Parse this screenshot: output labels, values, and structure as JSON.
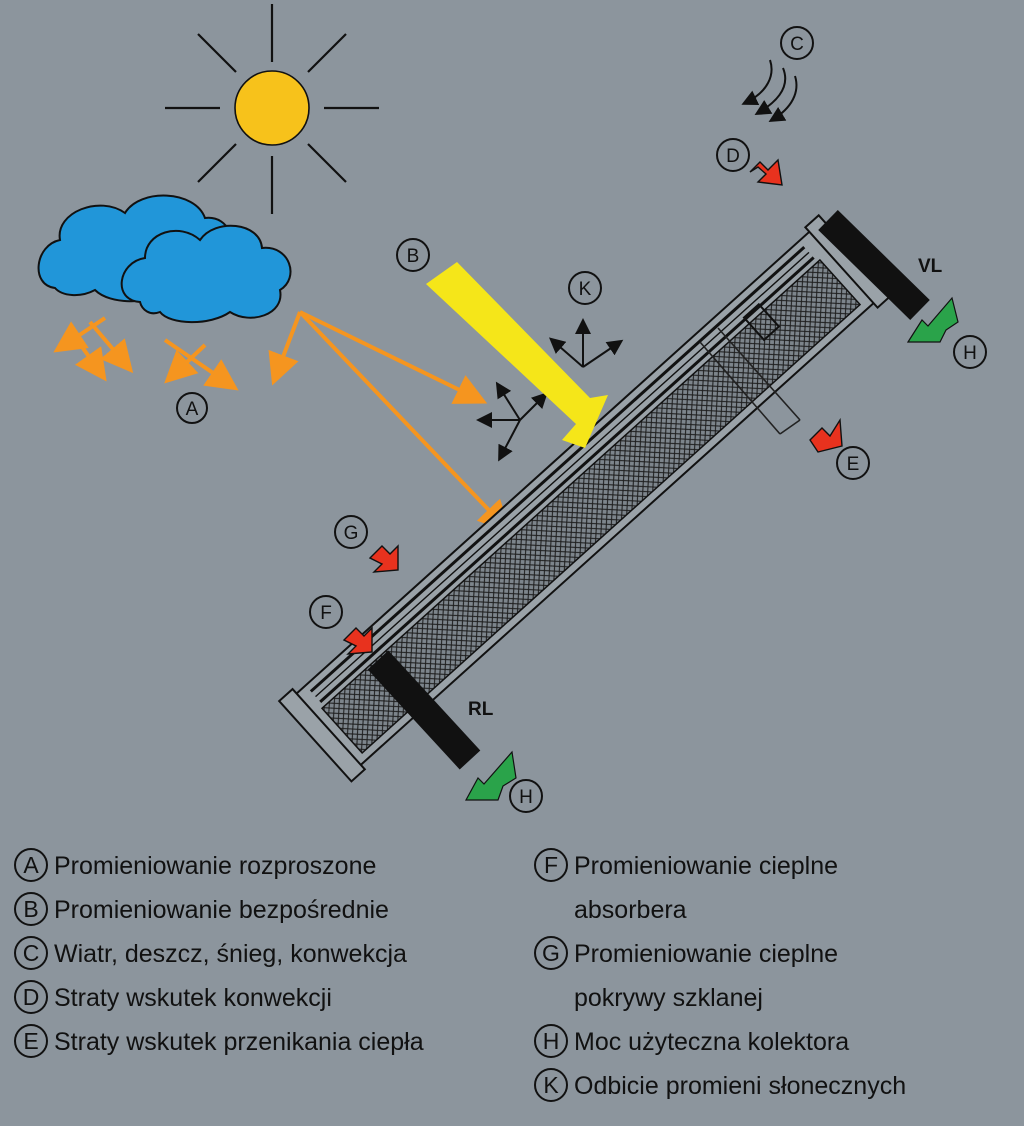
{
  "diagram": {
    "labels": {
      "A": "A",
      "B": "B",
      "C": "C",
      "D": "D",
      "E": "E",
      "F": "F",
      "G": "G",
      "H": "H",
      "K": "K"
    },
    "pipe_labels": {
      "vl": "VL",
      "rl": "RL"
    },
    "colors": {
      "background": "#8c959d",
      "sun": "#f7c21b",
      "cloud": "#2196d9",
      "direct_beam": "#f5e619",
      "diffuse_arrows": "#f5951f",
      "loss_arrows": "#e8321e",
      "useful_power": "#2aa34a",
      "pipes": "#111111"
    }
  },
  "legend": {
    "left": [
      {
        "key": "A",
        "text": "Promieniowanie rozproszone"
      },
      {
        "key": "B",
        "text": "Promieniowanie bezpośrednie"
      },
      {
        "key": "C",
        "text": "Wiatr, deszcz, śnieg, konwekcja"
      },
      {
        "key": "D",
        "text": "Straty wskutek konwekcji"
      },
      {
        "key": "E",
        "text": "Straty wskutek przenikania ciepła"
      }
    ],
    "right": [
      {
        "key": "F",
        "text": "Promieniowanie cieplne",
        "cont": "absorbera"
      },
      {
        "key": "G",
        "text": "Promieniowanie cieplne",
        "cont": "pokrywy szklanej"
      },
      {
        "key": "H",
        "text": "Moc użyteczna kolektora"
      },
      {
        "key": "K",
        "text": "Odbicie promieni słonecznych"
      }
    ]
  }
}
